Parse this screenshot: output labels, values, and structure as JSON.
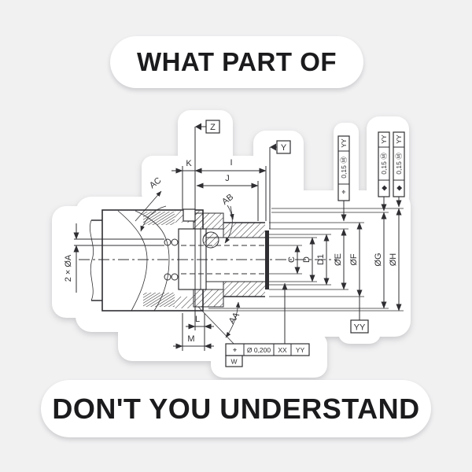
{
  "scene": {
    "background_color": "#f1f1f2",
    "sticker_color": "#ffffff",
    "line_color": "#2f2f33",
    "text_color": "#1b1b1d"
  },
  "captions": {
    "top": "WHAT PART OF",
    "bottom": "DON'T YOU UNDERSTAND"
  },
  "drawing": {
    "datums": {
      "z": "Z",
      "y": "Y",
      "yy": "YY",
      "w": "W"
    },
    "dims": {
      "k": "K",
      "i": "I",
      "j": "J",
      "l": "L",
      "m": "M",
      "c": "C",
      "d": "D",
      "d1": "D1",
      "oe": "ØE",
      "of": "ØF",
      "og": "ØG",
      "oh": "ØH",
      "two_holes": "2 × ØA"
    },
    "leaders": {
      "ac": "AC",
      "ab": "AB",
      "aa": "AA"
    },
    "fcf_col1": {
      "symbol": "⌖",
      "value": "0,15 Ⓜ",
      "datum": "YY"
    },
    "fcf_col2": {
      "symbol": "◆",
      "value": "0,15 Ⓜ",
      "datum": "YY"
    },
    "fcf_col3": {
      "symbol": "◆",
      "value": "0,15 Ⓜ",
      "datum": "YY"
    },
    "fcf_bottom": {
      "symbol": "⌖",
      "tolerance": "Ø 0,200",
      "datum1": "XX",
      "datum2": "YY",
      "datum_below": "W"
    }
  }
}
